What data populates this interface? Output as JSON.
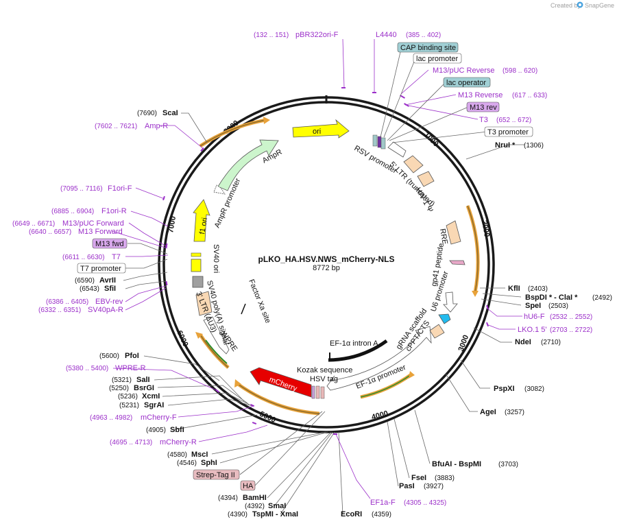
{
  "title": "pLKO_HA.HSV.NWS_mCherry-NLS",
  "length": "8772 bp",
  "credit": "Created by",
  "brand": "SnapGene",
  "ticks": [
    "1000",
    "2000",
    "3000",
    "4000",
    "5000",
    "6000",
    "7000",
    "8000"
  ],
  "enzymes": [
    {
      "name": "ScaI",
      "pos": "(7690)"
    },
    {
      "name": "NruI *",
      "pos": "(1306)"
    },
    {
      "name": "KflI",
      "pos": "(2403)"
    },
    {
      "name": "BspDI * - ClaI *",
      "pos": "(2492)"
    },
    {
      "name": "SpeI",
      "pos": "(2503)"
    },
    {
      "name": "NdeI",
      "pos": "(2710)"
    },
    {
      "name": "PspXI",
      "pos": "(3082)"
    },
    {
      "name": "AgeI",
      "pos": "(3257)"
    },
    {
      "name": "BfuAI - BspMI",
      "pos": "(3703)"
    },
    {
      "name": "FseI",
      "pos": "(3883)"
    },
    {
      "name": "PasI",
      "pos": "(3927)"
    },
    {
      "name": "EcoRI",
      "pos": "(4359)"
    },
    {
      "name": "TspMI - XmaI",
      "pos": "(4390)"
    },
    {
      "name": "SmaI",
      "pos": "(4392)"
    },
    {
      "name": "BamHI",
      "pos": "(4394)"
    },
    {
      "name": "SphI",
      "pos": "(4546)"
    },
    {
      "name": "MscI",
      "pos": "(4580)"
    },
    {
      "name": "SbfI",
      "pos": "(4905)"
    },
    {
      "name": "SgrAI",
      "pos": "(5231)"
    },
    {
      "name": "XcmI",
      "pos": "(5236)"
    },
    {
      "name": "BsrGI",
      "pos": "(5250)"
    },
    {
      "name": "SalI",
      "pos": "(5321)"
    },
    {
      "name": "PfoI",
      "pos": "(5600)"
    },
    {
      "name": "SfiI",
      "pos": "(6543)"
    },
    {
      "name": "AvrII",
      "pos": "(6590)"
    }
  ],
  "primers": [
    {
      "name": "pBR322ori-F",
      "range": "(132 .. 151)"
    },
    {
      "name": "L4440",
      "range": "(385 .. 402)"
    },
    {
      "name": "M13/pUC Reverse",
      "range": "(598 .. 620)"
    },
    {
      "name": "M13 Reverse",
      "range": "(617 .. 633)"
    },
    {
      "name": "T3",
      "range": "(652 .. 672)"
    },
    {
      "name": "hU6-F",
      "range": "(2532 .. 2552)"
    },
    {
      "name": "LKO.1 5'",
      "range": "(2703 .. 2722)"
    },
    {
      "name": "EF1a-F",
      "range": "(4305 .. 4325)"
    },
    {
      "name": "mCherry-R",
      "range": "(4695 .. 4713)"
    },
    {
      "name": "mCherry-F",
      "range": "(4963 .. 4982)"
    },
    {
      "name": "WPRE-R",
      "range": "(5380 .. 5400)"
    },
    {
      "name": "SV40pA-R",
      "range": "(6332 .. 6351)"
    },
    {
      "name": "EBV-rev",
      "range": "(6386 .. 6405)"
    },
    {
      "name": "T7",
      "range": "(6611 .. 6630)"
    },
    {
      "name": "M13 Forward",
      "range": "(6640 .. 6657)"
    },
    {
      "name": "M13/pUC Forward",
      "range": "(6649 .. 6671)"
    },
    {
      "name": "F1ori-R",
      "range": "(6885 .. 6904)"
    },
    {
      "name": "F1ori-F",
      "range": "(7095 .. 7116)"
    },
    {
      "name": "Amp-R",
      "range": "(7602 .. 7621)"
    }
  ],
  "boxed": [
    {
      "name": "CAP binding site",
      "kind": "teal"
    },
    {
      "name": "lac promoter",
      "kind": "white"
    },
    {
      "name": "lac operator",
      "kind": "teal"
    },
    {
      "name": "M13 rev",
      "kind": "purple"
    },
    {
      "name": "T3 promoter",
      "kind": "white"
    },
    {
      "name": "M13 fwd",
      "kind": "purple"
    },
    {
      "name": "T7 promoter",
      "kind": "white"
    },
    {
      "name": "Strep-Tag II",
      "kind": "pink"
    },
    {
      "name": "HA",
      "kind": "pink"
    }
  ],
  "features": {
    "ori": "ori",
    "ampr": "AmpR",
    "ampr_promoter": "AmpR promoter",
    "f1_ori": "f1 ori",
    "sv40_ori": "SV40 ori",
    "sv40_polya": "SV40 poly(A) signal",
    "ltr3": "3' LTR (ΔU3)",
    "factor_xa": "Factor Xa site",
    "wpre": "WPRE",
    "mcherry": "mCherry",
    "kozak": "Kozak sequence",
    "hsv_tag": "HSV tag",
    "ef1a_promoter": "EF-1α promoter",
    "ef1a_intron": "EF-1α intron A",
    "grna": "gRNA scaffold",
    "cppt": "cPPT/CTS",
    "u6": "U6 promoter",
    "gp41": "gp41 peptide",
    "rre": "RRE",
    "hiv_psi": "HIV-1 Ψ",
    "ltr5": "5' LTR (truncated)",
    "rsv": "RSV promoter"
  },
  "colors": {
    "ring": "#1a1a1a",
    "primer": "#9b2fc9",
    "ori": "#ffff00",
    "ampr": "#ccf5cc",
    "mcherry": "#e60000",
    "ltr": "#f9d8b4",
    "orf": "#e8a23a",
    "orf_inner": "#2e8b2e"
  }
}
